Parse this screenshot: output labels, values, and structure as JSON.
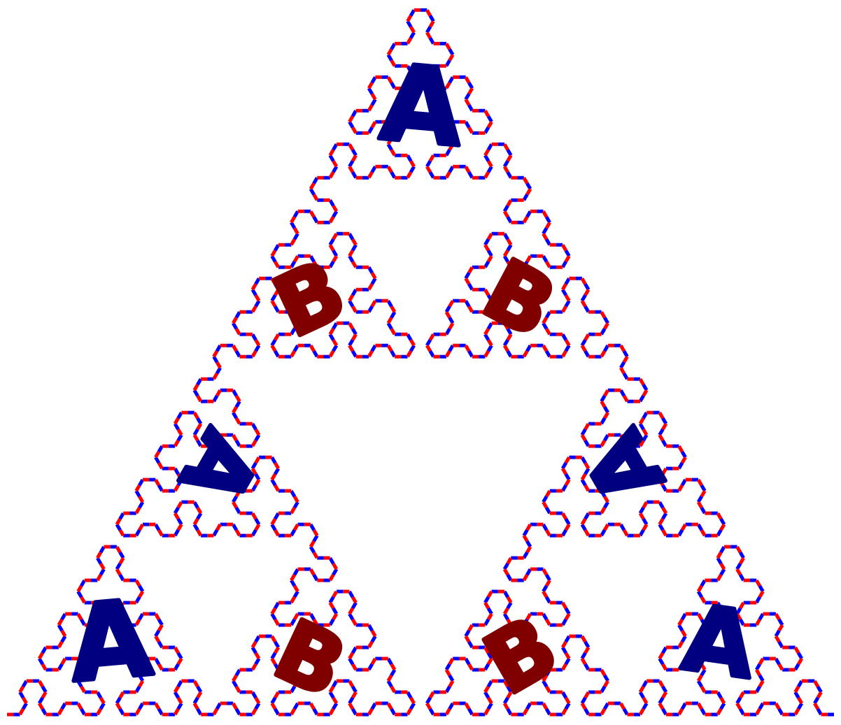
{
  "diagram": {
    "curve_colors": [
      "#ff0000",
      "#0000ff"
    ],
    "background": "#ffffff",
    "letters": [
      {
        "text": "A",
        "color": "#000080",
        "rotation": 5
      },
      {
        "text": "B",
        "color": "#800000",
        "rotation": -25
      },
      {
        "text": "B",
        "color": "#800000",
        "rotation": 28
      },
      {
        "text": "A",
        "color": "#000080",
        "rotation": 120
      },
      {
        "text": "A",
        "color": "#000080",
        "rotation": -120
      },
      {
        "text": "A",
        "color": "#000080",
        "rotation": -5
      },
      {
        "text": "B",
        "color": "#800000",
        "rotation": 25
      },
      {
        "text": "B",
        "color": "#800000",
        "rotation": -30
      },
      {
        "text": "A",
        "color": "#000080",
        "rotation": 8
      }
    ]
  }
}
